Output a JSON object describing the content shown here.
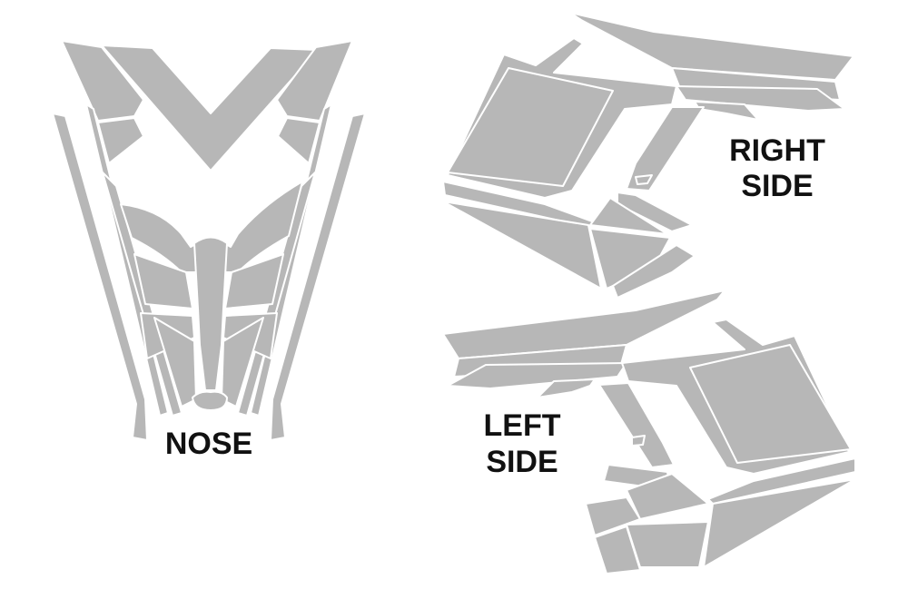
{
  "colors": {
    "piece": "#b7b7b7",
    "background": "#ffffff",
    "label": "#111111"
  },
  "labels": {
    "nose": "NOSE",
    "right_line1": "RIGHT",
    "right_line2": "SIDE",
    "left_line1": "LEFT",
    "left_line2": "SIDE"
  }
}
